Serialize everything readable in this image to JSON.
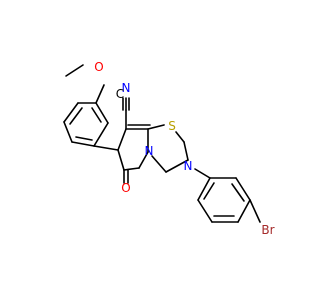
{
  "molecule": {
    "atoms": {
      "methoxy_oxygen": "O",
      "nitrile_carbon": "C",
      "nitrile_nitrogen": "N",
      "thioether_sulfur": "S",
      "ring_nitrogen_fused": "N",
      "ring_nitrogen_aryl": "N",
      "carbonyl_oxygen": "O",
      "bromine": "Br"
    },
    "colors": {
      "bond": "#000000",
      "oxygen": "#ff0000",
      "nitrogen": "#0000ff",
      "sulfur": "#b8a000",
      "bromine": "#a52a2a",
      "carbon": "#000000"
    }
  }
}
